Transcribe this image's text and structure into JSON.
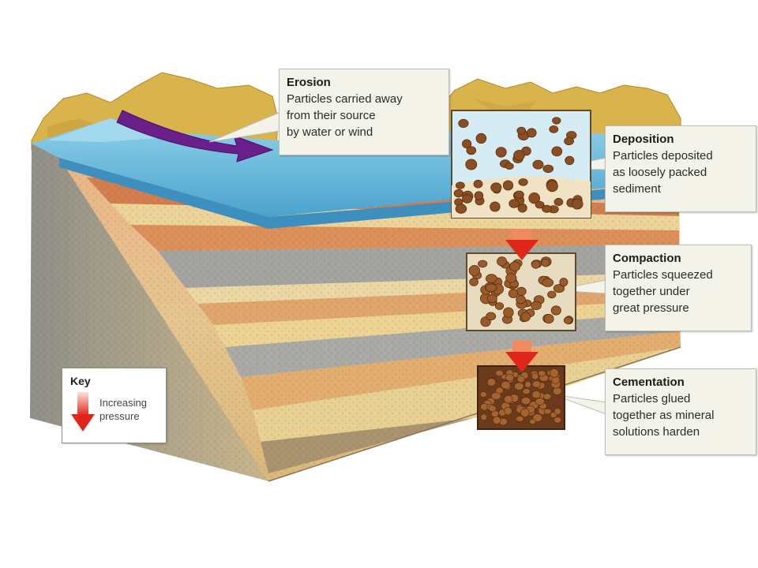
{
  "erosion": {
    "title": "Erosion",
    "lines": [
      "Particles carried away",
      "from their source",
      "by water or wind"
    ]
  },
  "deposition": {
    "title": "Deposition",
    "lines": [
      "Particles deposited",
      "as loosely packed",
      "sediment"
    ]
  },
  "compaction": {
    "title": "Compaction",
    "lines": [
      "Particles squeezed",
      "together under",
      "great pressure"
    ]
  },
  "cementation": {
    "title": "Cementation",
    "lines": [
      "Particles glued",
      "together as mineral",
      "solutions harden"
    ]
  },
  "key": {
    "title": "Key",
    "label_lines": [
      "Increasing",
      "pressure"
    ]
  },
  "colors": {
    "water": "#5fb3d6",
    "erosion_arrow": "#6a1f8a",
    "pressure_arrow": "#e0261b",
    "mountain": "#d9b34c"
  },
  "icons": {
    "erosion_arrow": "curved-arrow-icon",
    "pressure_arrow": "down-arrow-icon"
  }
}
